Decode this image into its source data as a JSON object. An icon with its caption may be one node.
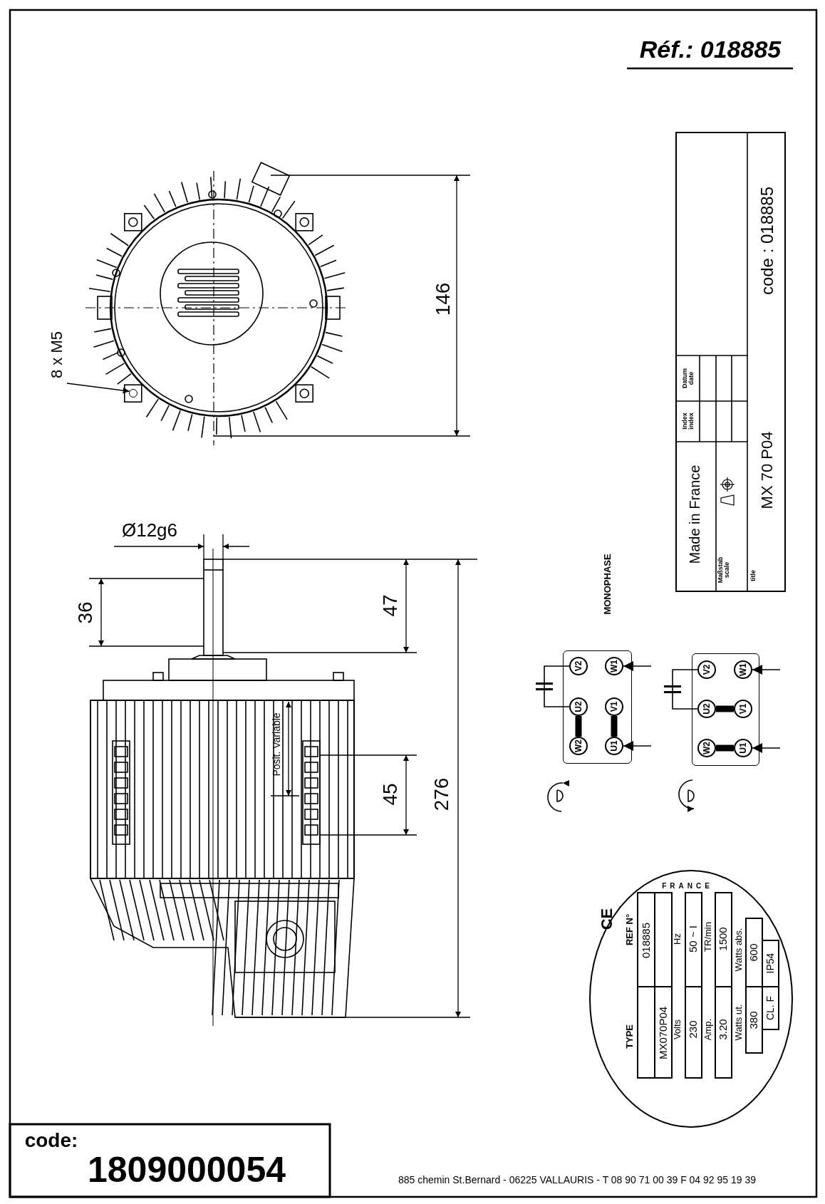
{
  "diagram": {
    "nodes": [
      {
        "text": [],
        "shape": "box"
      },
      {
        "text": [
          "V2"
        ],
        "in": 0
      },
      {
        "text": [
          "W1"
        ],
        "in": 0
      },
      {
        "text": [
          "U2"
        ],
        "in": 0
      },
      {
        "text": [
          "V1"
        ],
        "in": 0
      },
      {
        "text": [
          "W2"
        ],
        "in": 0
      },
      {
        "text": [
          "U1"
        ],
        "in": 0
      },
      {
        "text": [],
        "shape": "box"
      },
      {
        "text": [
          "V2"
        ],
        "in": 7
      },
      {
        "text": [
          "W1"
        ],
        "in": 7
      },
      {
        "text": [
          "U2"
        ],
        "in": 7
      },
      {
        "text": [
          "V1"
        ],
        "in": 7
      },
      {
        "text": [
          "W2"
        ],
        "in": 7
      },
      {
        "text": [
          "U1"
        ],
        "in": 7
      },
      {
        "text": [
          "8 x M5"
        ]
      },
      {
        "text": [],
        "shape": "circle"
      }
    ],
    "edges": [
      {
        "from": 3,
        "to": 5,
        "arrow": "none",
        "style": "thick"
      },
      {
        "from": 4,
        "to": 6,
        "arrow": "none",
        "style": "thick"
      },
      {
        "from": 1,
        "to": 3,
        "arrow": "none"
      },
      {
        "from": null,
        "to": 2,
        "arrow": "to"
      },
      {
        "from": null,
        "to": 6,
        "arrow": "to"
      },
      {
        "from": 10,
        "to": 11,
        "arrow": "none",
        "style": "thick"
      },
      {
        "from": 12,
        "to": 13,
        "arrow": "none",
        "style": "thick"
      },
      {
        "from": 8,
        "to": 10,
        "arrow": "none"
      },
      {
        "from": null,
        "to": 9,
        "arrow": "to"
      },
      {
        "from": null,
        "to": 13,
        "arrow": "to"
      },
      {
        "from": 14,
        "to": 15,
        "arrow": "to"
      }
    ],
    "labels": [
      "Réf.: 018885",
      "146",
      "Ø12g6",
      "36",
      "47",
      "45",
      "276",
      "Posit. Variable",
      "MONOPHASE",
      "code : 018885",
      "Datum date",
      "Index index",
      "Made in France",
      "Maßstab scale",
      "title",
      "MX 70 P04",
      "CE",
      "FRANCE",
      "TYPE",
      "REF N°",
      "MX070P04",
      "018885",
      "Volts",
      "Hz",
      "230",
      "50 ~ I",
      "Amp.",
      "TR/min",
      "3.20",
      "1500",
      "Watts ut.",
      "Watts abs.",
      "380",
      "600",
      "CL. F",
      "IP54",
      "code:",
      "1809000054",
      "885 chemin St.Bernard  -  06225 VALLAURIS  -  T 08 90 71 00 39   F 04 92 95 19 39"
    ]
  }
}
